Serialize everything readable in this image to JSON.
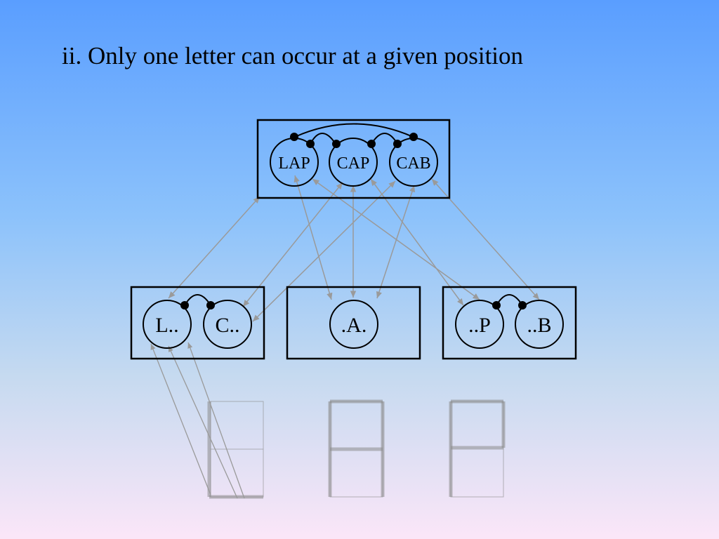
{
  "title": "ii. Only one letter can occur at a given position",
  "word_nodes": [
    "LAP",
    "CAP",
    "CAB"
  ],
  "position_1_nodes": [
    "L..",
    "C.."
  ],
  "position_2_nodes": [
    ".A."
  ],
  "position_3_nodes": [
    "..P",
    "..B"
  ],
  "colors": {
    "box_stroke": "#000000",
    "connection_arrow": "#9a9a9a",
    "feature_box": "#8a8a8a"
  }
}
